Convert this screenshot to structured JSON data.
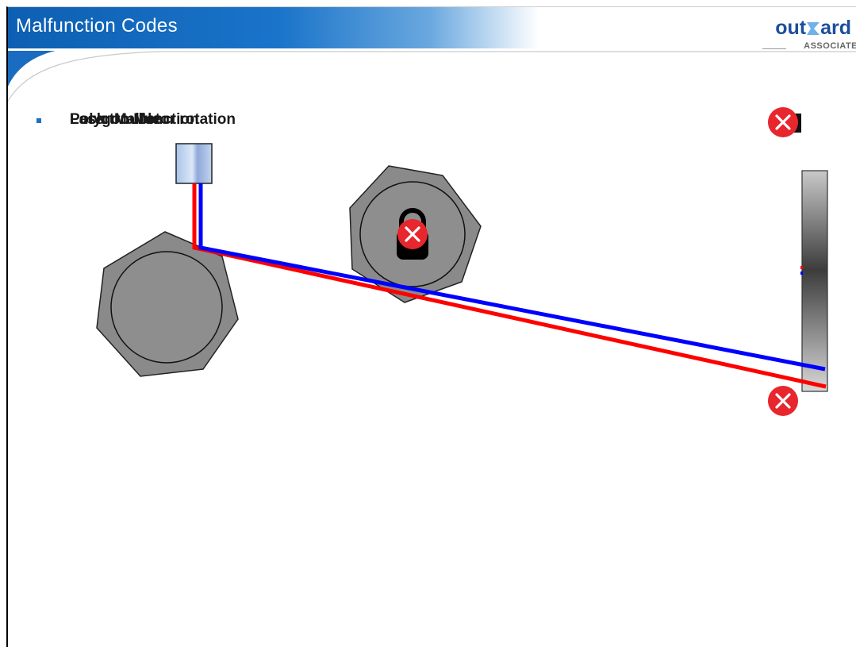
{
  "header": {
    "title": "Malfunction  Codes"
  },
  "logo": {
    "name_part1": "out",
    "name_part2": "ard",
    "subtitle": "ASSOCIATE"
  },
  "bullet": {
    "overlapping_texts": [
      "Polygon Motor rotation",
      "Laser Malfunction",
      "Lock trouble"
    ]
  },
  "diagram": {
    "error_icon": "close-x-icon",
    "error_indicator_count": 3,
    "colors": {
      "red_beam": "#ff0000",
      "blue_beam": "#0000ff",
      "error_badge": "#e8262d",
      "polygon_fill": "#8a8a8a",
      "header_blue": "#1a74c9"
    }
  }
}
